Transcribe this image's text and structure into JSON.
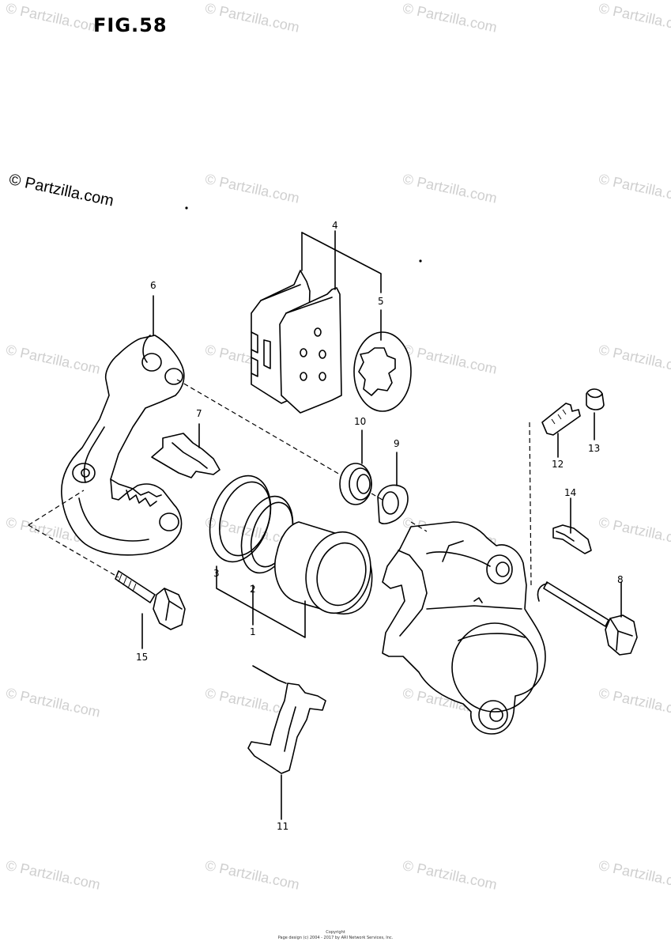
{
  "figure_title": "FIG.58",
  "copyright": "© Partzilla.com",
  "watermark_text": "© Partzilla.com",
  "callouts": {
    "c1": "1",
    "c2": "2",
    "c3": "3",
    "c4": "4",
    "c5": "5",
    "c6": "6",
    "c7": "7",
    "c8": "8",
    "c9": "9",
    "c10": "10",
    "c11": "11",
    "c12": "12",
    "c13": "13",
    "c14": "14",
    "c15": "15"
  },
  "footer": {
    "line1": "Copyright",
    "line2": "Page design (c) 2004 - 2017 by ARI Network Services, Inc."
  }
}
